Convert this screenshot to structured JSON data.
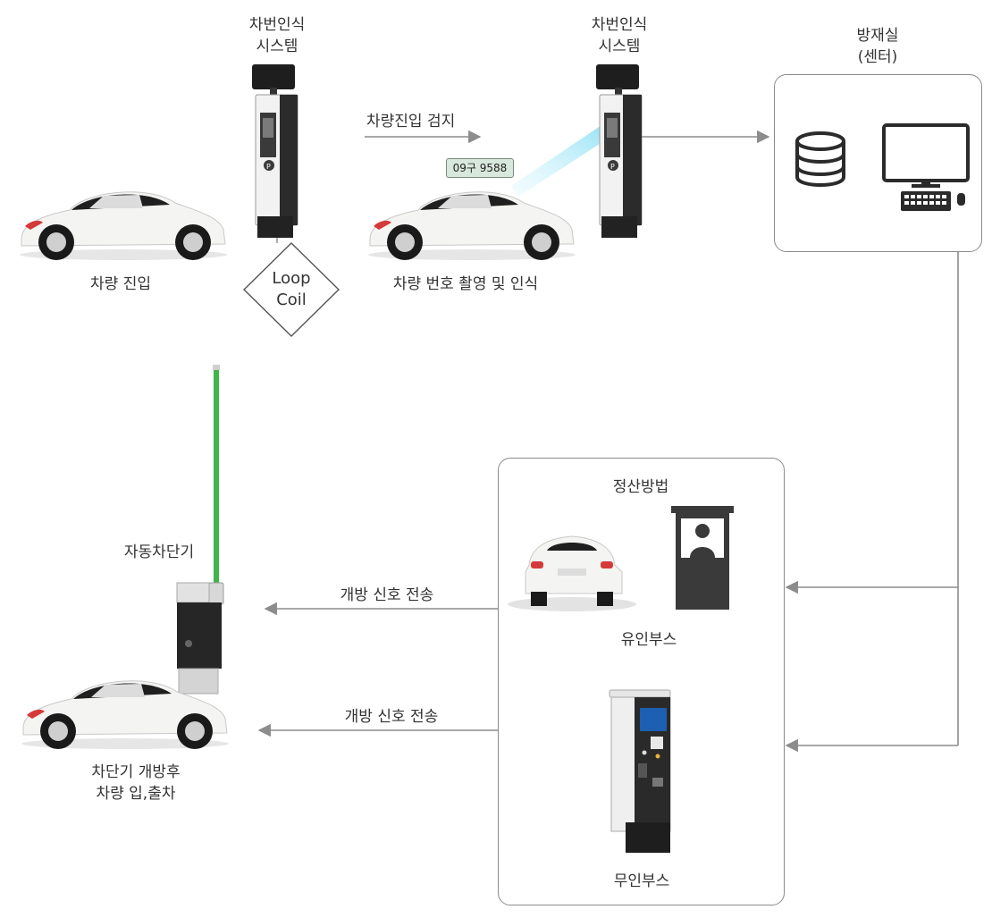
{
  "labels": {
    "lpr_system_1": [
      "차번인식",
      "시스템"
    ],
    "lpr_system_2": [
      "차번인식",
      "시스템"
    ],
    "control_room": [
      "방재실",
      "(센터)"
    ],
    "vehicle_entry": "차량 진입",
    "loop_coil": [
      "Loop",
      "Coil"
    ],
    "entry_detect": "차량진입 검지",
    "plate_number": "09구 9588",
    "capture_recognize": "차량 번호 촬영 및 인식",
    "auto_barrier": "자동차단기",
    "open_signal_1": "개방 신호 전송",
    "open_signal_2": "개방 신호 전송",
    "after_open": [
      "차단기 개방후",
      "차량 입,출차"
    ],
    "payment_method": "정산방법",
    "manned_booth": "유인부스",
    "unmanned_booth": "무인부스"
  },
  "colors": {
    "line": "#8c8c8c",
    "barrier_arm": "#3fb54a",
    "kiosk_body": "#2a2a2a",
    "car_body": "#f4f4f2",
    "car_roof": "#1f1f1f",
    "camera_beam": "#8fe3f5"
  }
}
